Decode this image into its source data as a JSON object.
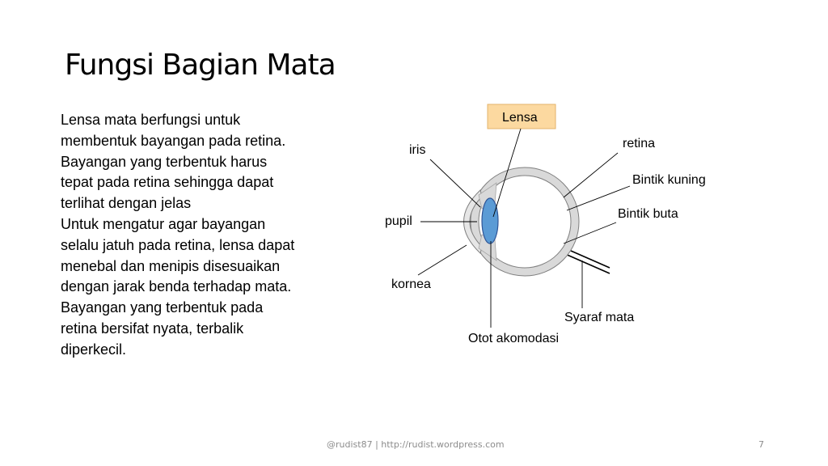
{
  "slide": {
    "title": "Fungsi Bagian Mata",
    "paragraphs": [
      "Lensa mata berfungsi untuk membentuk bayangan pada retina.",
      "Bayangan yang terbentuk harus tepat pada retina sehingga dapat terlihat dengan jelas",
      "Untuk mengatur agar bayangan selalu jatuh pada retina, lensa dapat menebal dan menipis disesuaikan dengan jarak benda terhadap mata.",
      "Bayangan yang terbentuk pada retina bersifat nyata, terbalik diperkecil."
    ]
  },
  "diagram": {
    "labels": {
      "lensa": "Lensa",
      "iris": "iris",
      "retina": "retina",
      "bintik_kuning": "Bintik kuning",
      "bintik_buta": "Bintik buta",
      "pupil": "pupil",
      "kornea": "kornea",
      "syaraf_mata": "Syaraf mata",
      "otot_akomodasi": "Otot akomodasi"
    },
    "colors": {
      "lens_fill": "#5b9bd5",
      "lensa_box_fill": "#fcd9a0",
      "sclera_fill": "#d9d9d9"
    }
  },
  "footer": {
    "credit": "@rudist87 | http://rudist.wordpress.com",
    "page_number": "7"
  }
}
